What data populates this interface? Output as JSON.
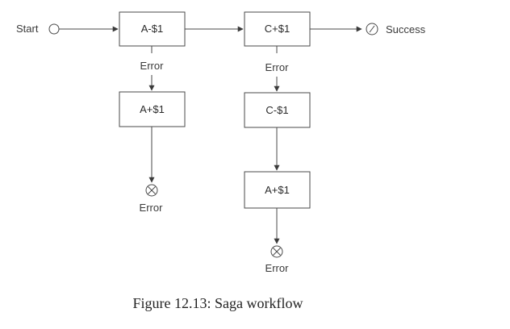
{
  "diagram": {
    "start_label": "Start",
    "success_label": "Success",
    "error_label": "Error",
    "nodes": {
      "a_minus": "A-$1",
      "c_plus": "C+$1",
      "a_plus_left": "A+$1",
      "c_minus": "C-$1",
      "a_plus_right": "A+$1"
    },
    "edge_labels": {
      "a_minus_error": "Error",
      "c_plus_error": "Error"
    },
    "terminals": {
      "left_error": "Error",
      "right_error": "Error"
    }
  },
  "caption": "Figure 12.13: Saga workflow",
  "colors": {
    "stroke": "#4a4a4a",
    "text": "#3a3a3a"
  }
}
